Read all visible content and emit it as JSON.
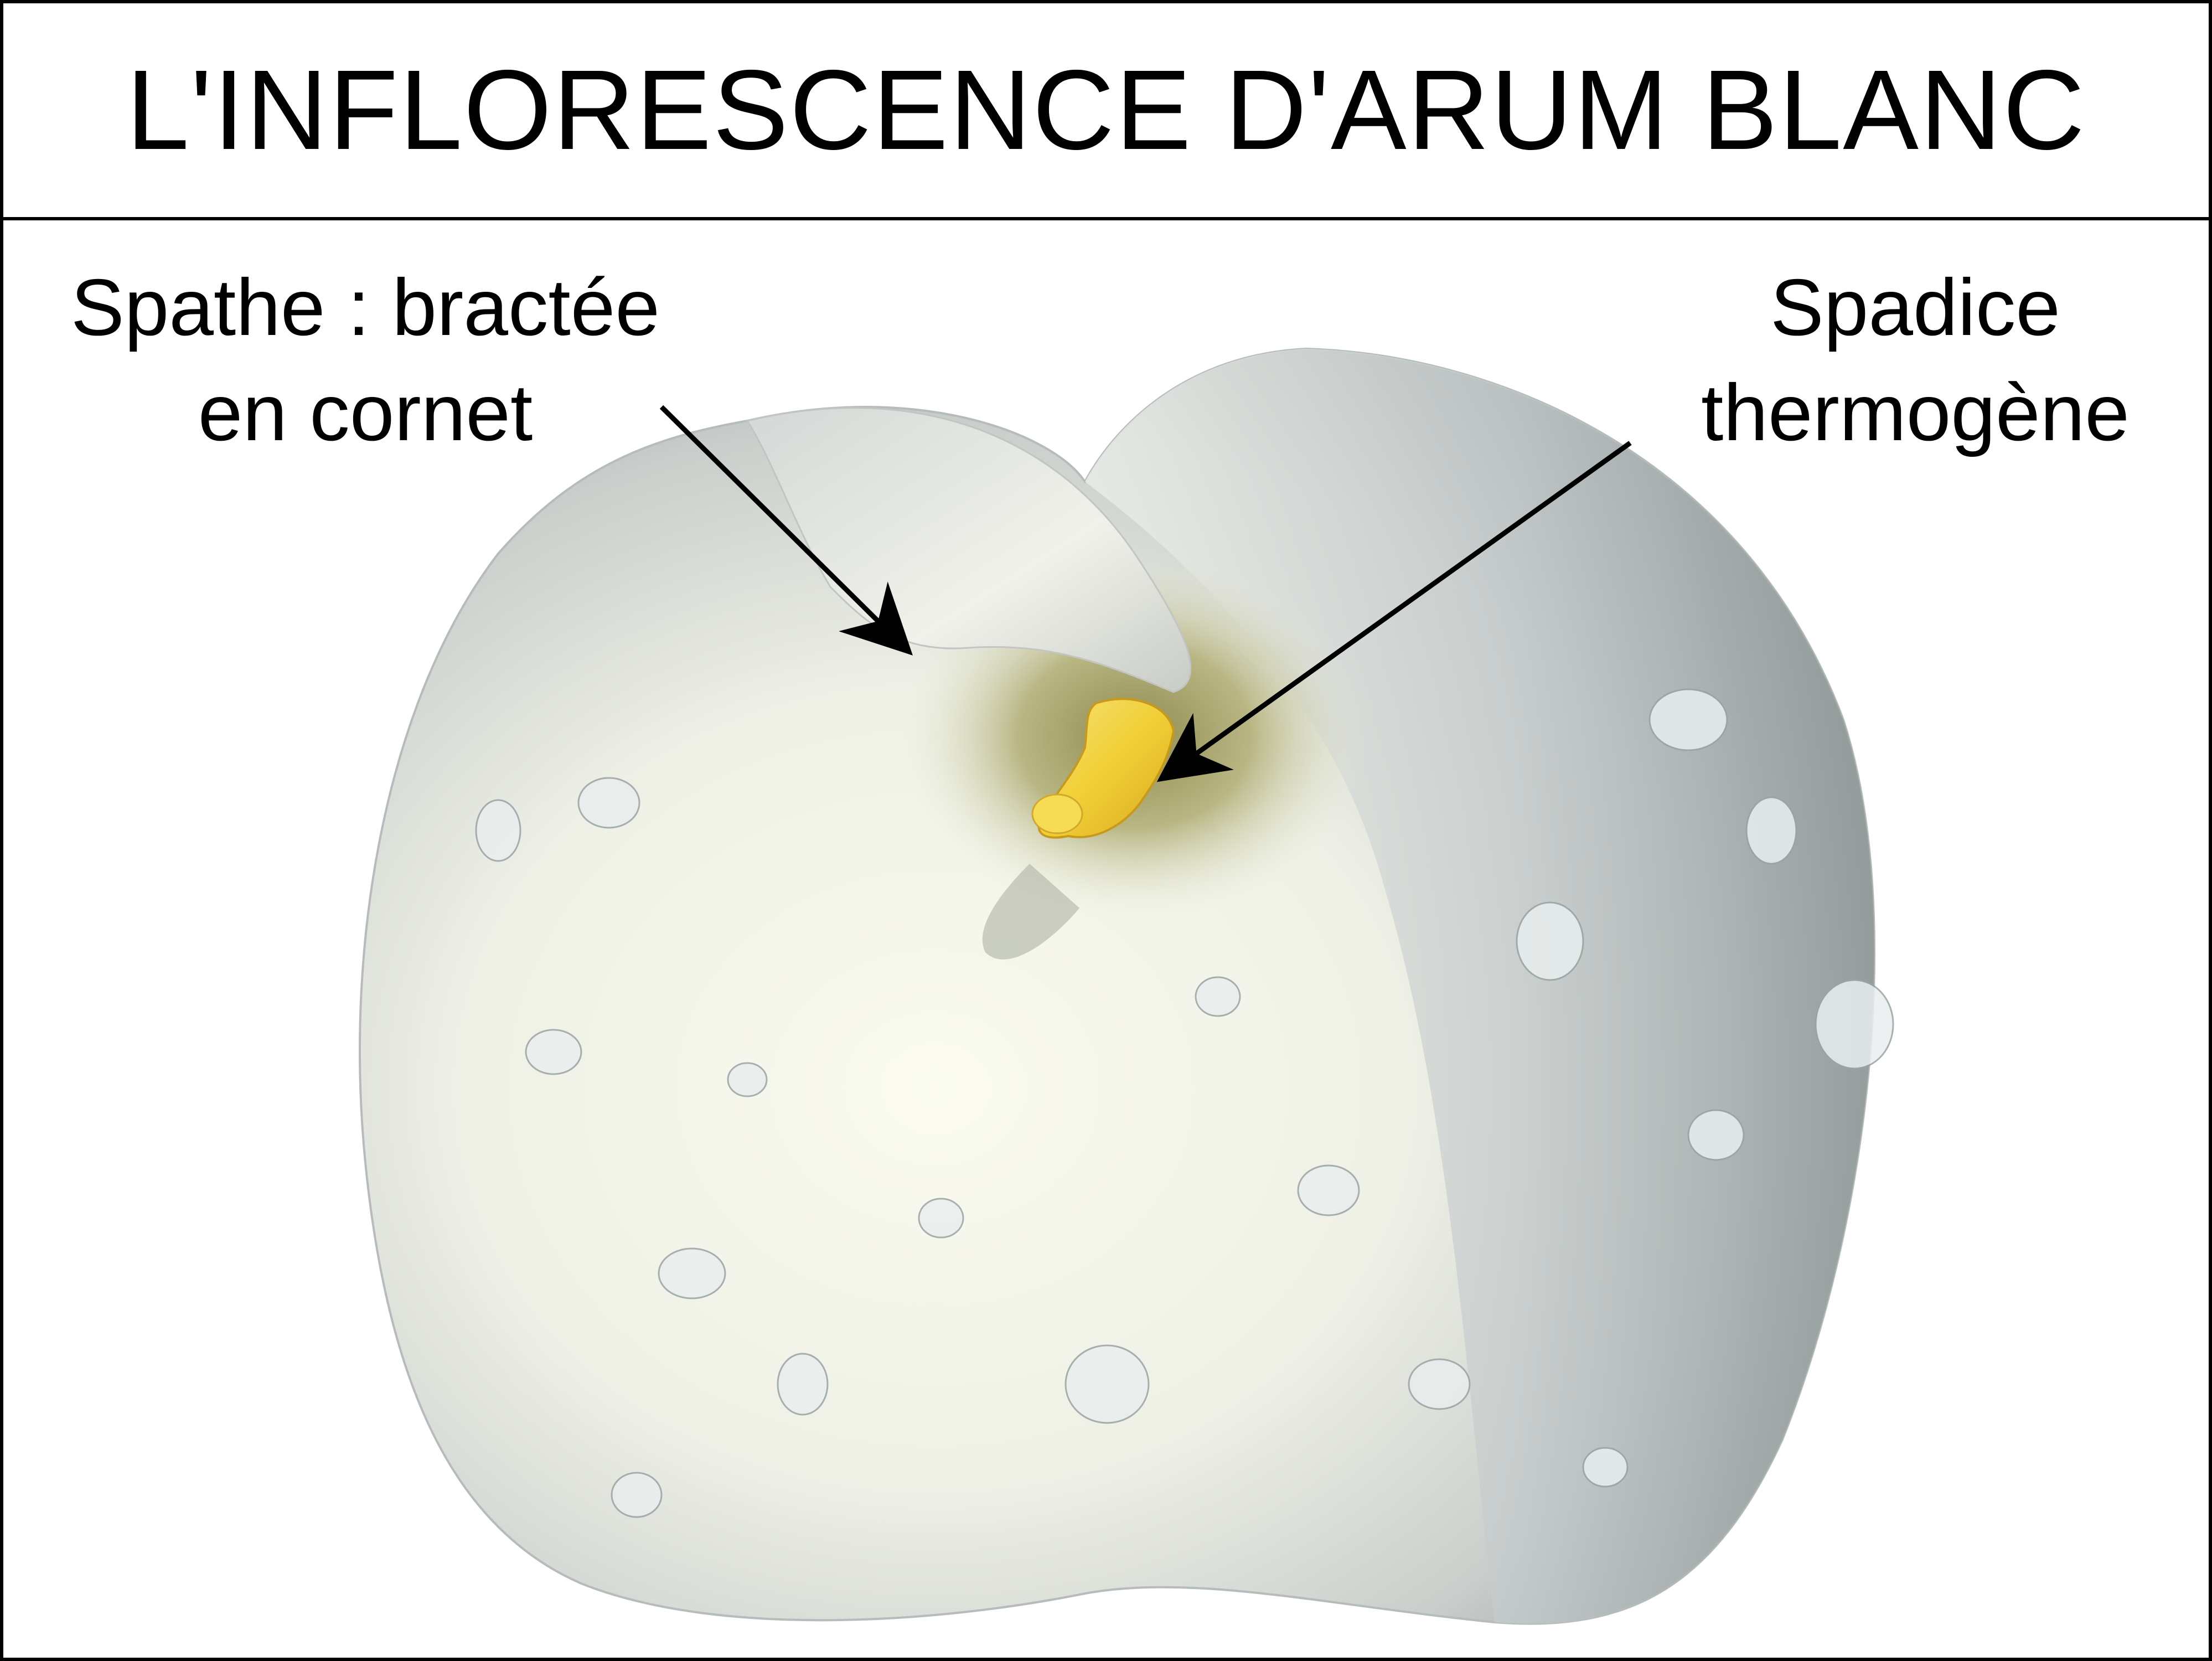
{
  "title": "L'INFLORESCENCE D'ARUM BLANC",
  "labels": {
    "spathe": {
      "line1": "Spathe : bractée",
      "line2": "en cornet"
    },
    "spadice": {
      "line1": "Spadice",
      "line2": "thermogène"
    }
  },
  "colors": {
    "border": "#000000",
    "spathe_white": "#f4f4ec",
    "spathe_shadow": "#8a9090",
    "throat": "#a8a26a",
    "spadix_yellow": "#f2d23a",
    "arrow": "#000000"
  }
}
